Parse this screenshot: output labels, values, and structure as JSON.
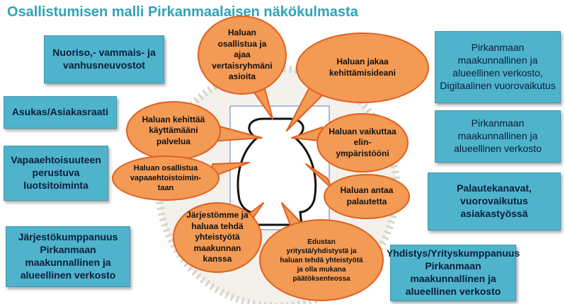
{
  "title": "Osallistumisen malli Pirkanmaalaisen näkökulmasta",
  "colors": {
    "title": "#2ea3b8",
    "box_fill": "#4fb3cc",
    "bubble_fill": "#f39a55",
    "bubble_stroke": "#e0601f",
    "box_text": "#0b1f3a"
  },
  "left_boxes": [
    "Nuoriso,- vammais- ja vanhusneuvostot",
    "Asukas/Asiakasraati",
    "Vapaaehtoisuuteen perustuva luotsitoiminta",
    "Järjestökumppanuus Pirkanmaan maakunnallinen ja alueellinen verkosto"
  ],
  "right_boxes": [
    "Pirkanmaan maakunnallinen ja alueellinen verkosto, Digitaalinen vuorovaikutus",
    "Pirkanmaan maakunnallinen ja alueellinen verkosto",
    "Palautekanavat, vuorovaikutus asiakastyössä",
    "Yhdistys/Yrityskumppanuus Pirkanmaan maakunnallinen ja alueellinen verkosto"
  ],
  "bubbles": [
    "Haluan osallistua ja ajaa vertaisryhmäni asioita",
    "Haluan jakaa kehittämisideani",
    "Haluan kehittää käyttämääni palvelua",
    "Haluan vaikuttaa elin-ympäristööni",
    "Haluan osallistua vapaaehtoistoimin-taan",
    "Haluan antaa palautetta",
    "Järjestömme ja haluaa tehdä yhteistyötä maakunnan kanssa",
    "Edustan yritystä/yhdistystä ja haluan tehdä yhteistyötä ja olla mukana päätöksenteossa"
  ]
}
